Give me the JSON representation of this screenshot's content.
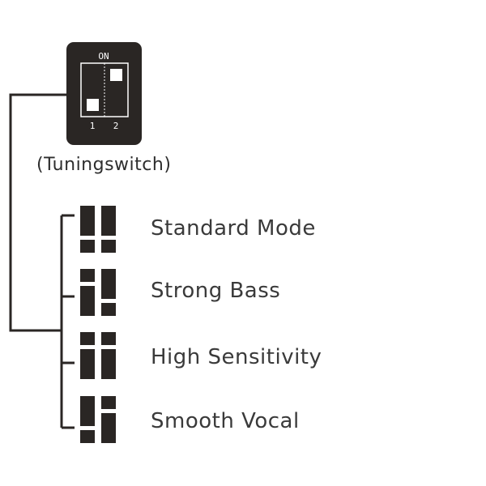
{
  "switch": {
    "on_label": "ON",
    "pin_1": "1",
    "pin_2": "2",
    "caption": "(Tuningswitch)"
  },
  "modes": [
    {
      "label": "Standard Mode",
      "switch_1": "on",
      "switch_2": "on"
    },
    {
      "label": "Strong Bass",
      "switch_1": "off",
      "switch_2": "on"
    },
    {
      "label": "High Sensitivity",
      "switch_1": "off",
      "switch_2": "off"
    },
    {
      "label": "Smooth Vocal",
      "switch_1": "on",
      "switch_2": "off"
    }
  ],
  "colors": {
    "device": "#2a2624",
    "line": "#2a2624",
    "text": "#3a3a3a"
  }
}
